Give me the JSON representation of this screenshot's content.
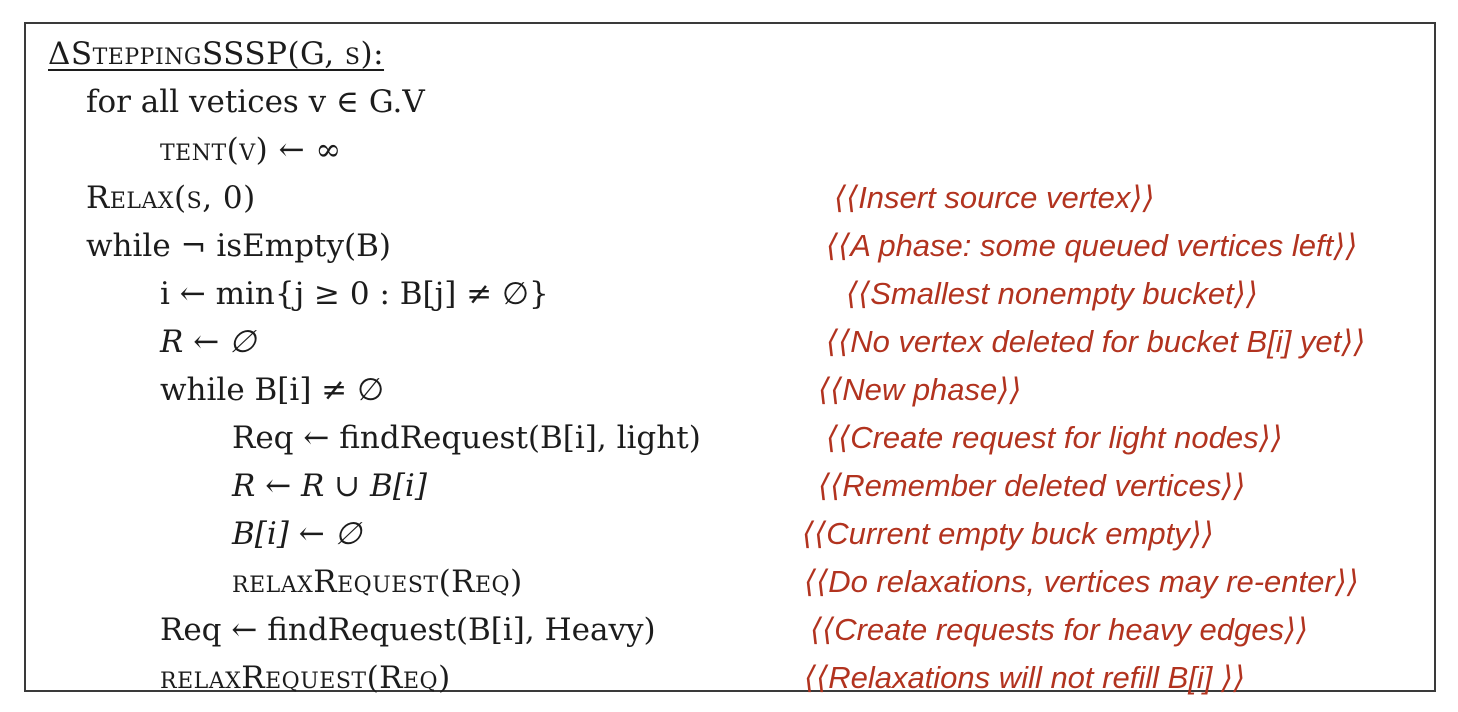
{
  "title": "ΔSteppingSSSP(G, s):",
  "lines": [
    {
      "code": "for all vetices v ∈ G.V",
      "comment": ""
    },
    {
      "code": "tent(v) ← ∞",
      "comment": ""
    },
    {
      "code": "Relax(s, 0)",
      "comment": "⟨⟨Insert source vertex⟩⟩"
    },
    {
      "code": "while ¬ isEmpty(B)",
      "comment": "⟨⟨A phase: some queued vertices left⟩⟩"
    },
    {
      "code": "i ← min{j ≥ 0 : B[j] ≠ ∅}",
      "comment": "⟨⟨Smallest nonempty bucket⟩⟩"
    },
    {
      "code": "R ← ∅",
      "comment": "⟨⟨No vertex deleted for bucket B[i] yet⟩⟩"
    },
    {
      "code": "while B[i] ≠ ∅",
      "comment": "⟨⟨New phase⟩⟩"
    },
    {
      "code": "Req ← findRequest(B[i], light)",
      "comment": "⟨⟨Create request for light nodes⟩⟩"
    },
    {
      "code": "R ← R ∪ B[i]",
      "comment": "⟨⟨Remember deleted vertices⟩⟩"
    },
    {
      "code": "B[i] ← ∅",
      "comment": "⟨⟨Current empty buck empty⟩⟩"
    },
    {
      "code": "relaxRequest(Req)",
      "comment": "⟨⟨Do relaxations, vertices may re-enter⟩⟩"
    },
    {
      "code": "Req ← findRequest(B[i], Heavy)",
      "comment": "⟨⟨Create requests for heavy edges⟩⟩"
    },
    {
      "code": "relaxRequest(Req)",
      "comment": "⟨⟨Relaxations will not refill B[i] ⟩⟩"
    }
  ]
}
